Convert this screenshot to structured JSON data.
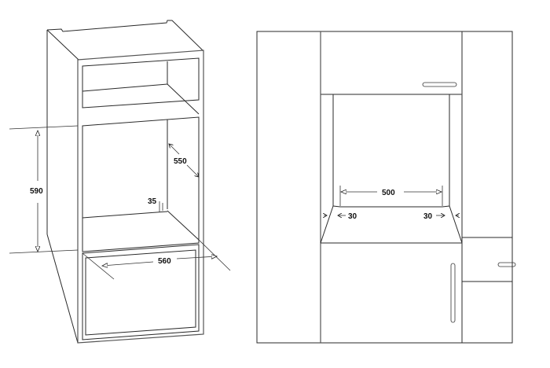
{
  "left_figure": {
    "description": "Isometric view of tall oven housing cabinet",
    "dimensions": {
      "height": "590",
      "depth": "550",
      "width": "560",
      "base_gap": "35"
    }
  },
  "right_figure": {
    "description": "Front view of built-in oven niche in kitchen column",
    "dimensions": {
      "inner_width": "500",
      "left_clearance": "30",
      "right_clearance": "30"
    }
  },
  "colors": {
    "line": "#2a2a2a",
    "background": "#ffffff"
  }
}
